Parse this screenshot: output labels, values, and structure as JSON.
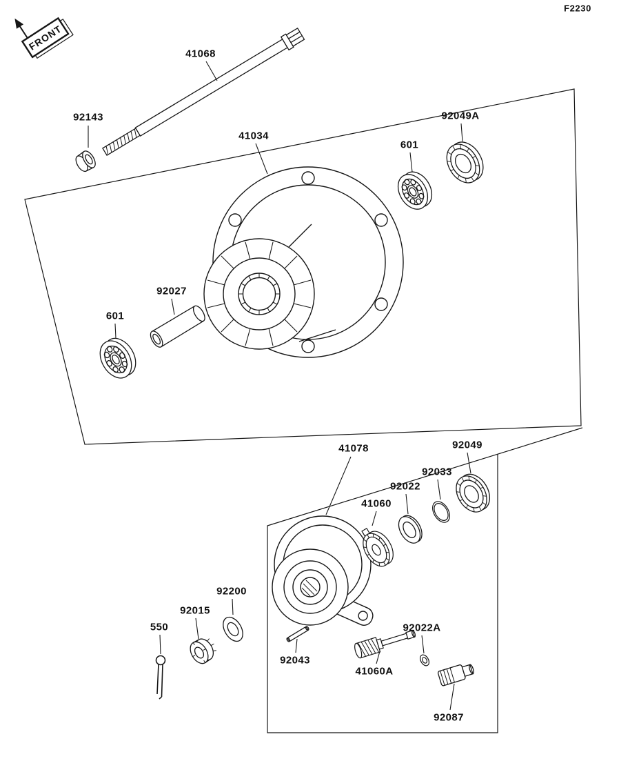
{
  "figure_code": "F2230",
  "front_label": "FRONT",
  "diagram_colors": {
    "line": "#161616",
    "background": "#ffffff"
  },
  "part_labels": [
    {
      "part": "41068",
      "text": "41068"
    },
    {
      "part": "92143",
      "text": "92143"
    },
    {
      "part": "41034",
      "text": "41034"
    },
    {
      "part": "601-right",
      "text": "601"
    },
    {
      "part": "92049A",
      "text": "92049A"
    },
    {
      "part": "92027",
      "text": "92027"
    },
    {
      "part": "601-left",
      "text": "601"
    },
    {
      "part": "41078",
      "text": "41078"
    },
    {
      "part": "92049",
      "text": "92049"
    },
    {
      "part": "92033",
      "text": "92033"
    },
    {
      "part": "92022",
      "text": "92022"
    },
    {
      "part": "41060",
      "text": "41060"
    },
    {
      "part": "92200",
      "text": "92200"
    },
    {
      "part": "92015",
      "text": "92015"
    },
    {
      "part": "550",
      "text": "550"
    },
    {
      "part": "92043",
      "text": "92043"
    },
    {
      "part": "41060A",
      "text": "41060A"
    },
    {
      "part": "92022A",
      "text": "92022A"
    },
    {
      "part": "92087",
      "text": "92087"
    }
  ]
}
